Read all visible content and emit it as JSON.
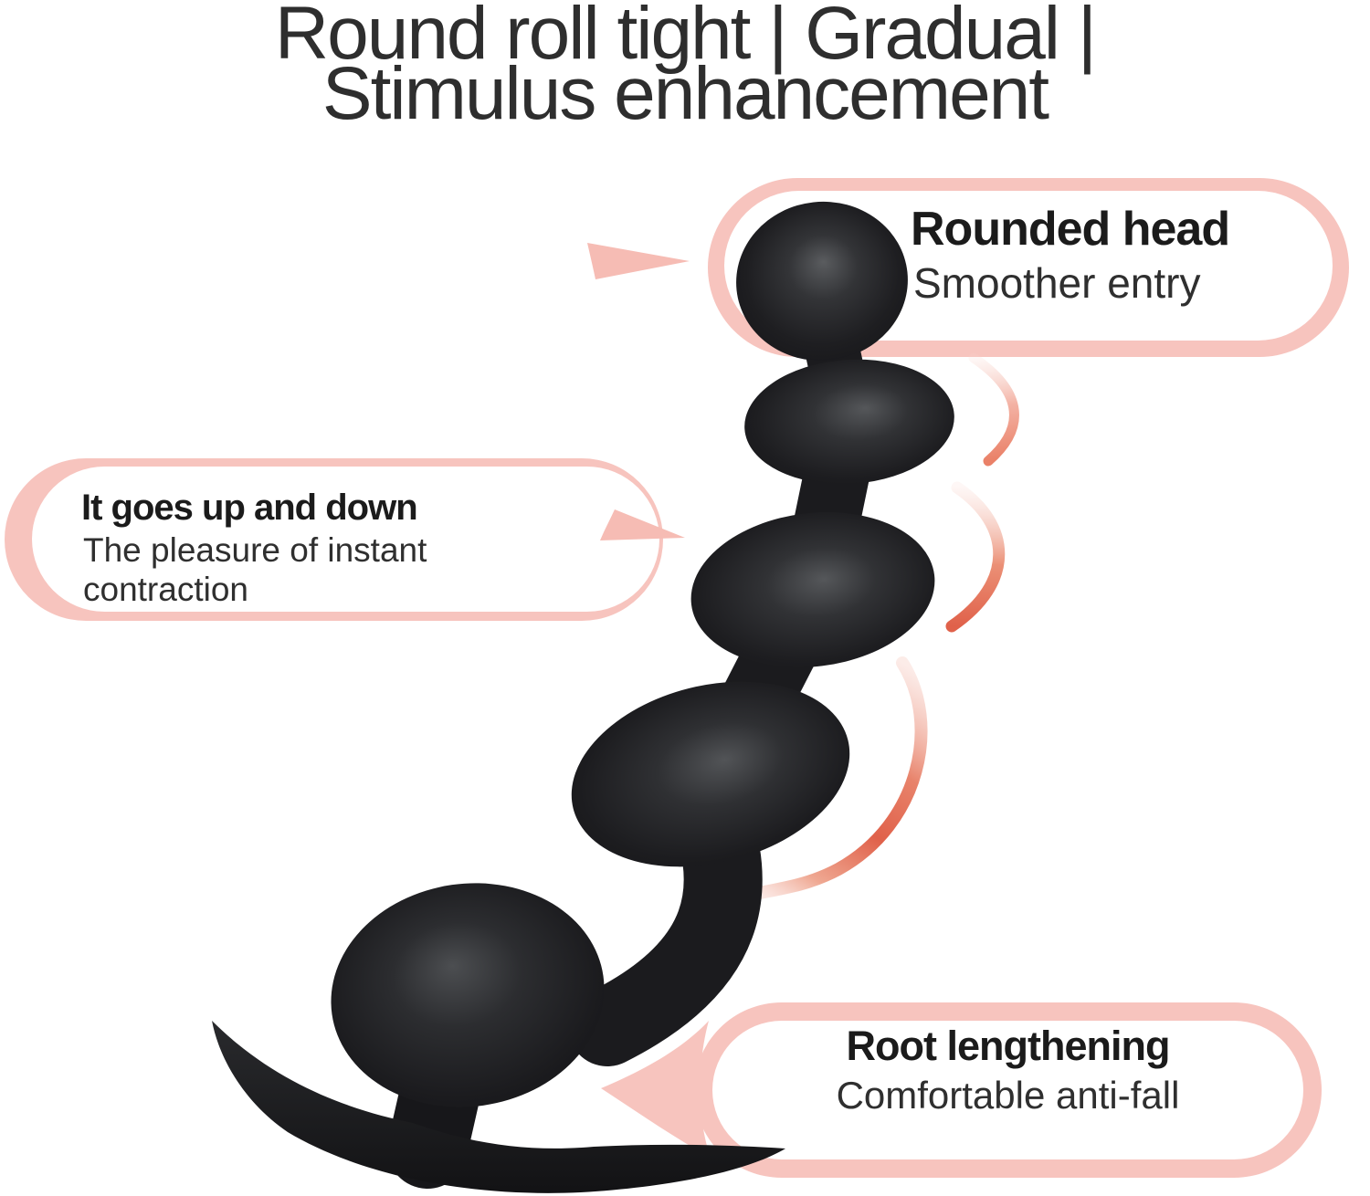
{
  "title": {
    "line1": "Round roll tight | Gradual |",
    "line2": "Stimulus enhancement"
  },
  "callouts": {
    "rounded_head": {
      "heading": "Rounded head",
      "body": "Smoother entry"
    },
    "up_and_down": {
      "heading": "It goes up and down",
      "body": "The pleasure of instant contraction"
    },
    "root_lengthening": {
      "heading": "Root lengthening",
      "body": "Comfortable anti-fall"
    }
  },
  "icons": {
    "arrow_top": "arrow-right-icon",
    "arrow_middle": "arrow-right-icon",
    "swoosh": "motion-swoosh-icon",
    "speech_pointer": "speech-pointer-icon"
  },
  "colors": {
    "background": "#ffffff",
    "title_text": "#2e2e2e",
    "heading_text": "#1b1b1b",
    "body_text": "#2f2f2f",
    "callout_outline_pink": "#f7c4be",
    "arrow_pink": "#f6bcb4",
    "swoosh_deep": "#e0614a",
    "swoosh_mid": "#ec8d75",
    "swoosh_light": "#f9d8d1",
    "product_black": "#1b1b1e"
  }
}
